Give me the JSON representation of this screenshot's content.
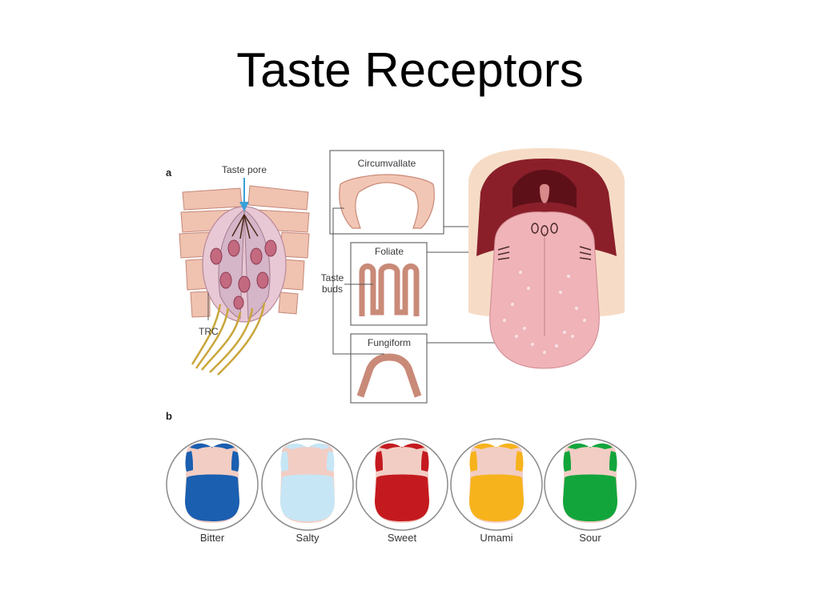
{
  "slide": {
    "title": "Taste Receptors"
  },
  "panel_a": {
    "letter": "a",
    "taste_pore_label": "Taste pore",
    "trc_label": "TRC",
    "taste_buds_label_line1": "Taste",
    "taste_buds_label_line2": "buds",
    "papillae": [
      {
        "name": "Circumvallate"
      },
      {
        "name": "Foliate"
      },
      {
        "name": "Fungiform"
      }
    ]
  },
  "panel_b": {
    "letter": "b",
    "tastes": [
      {
        "label": "Bitter",
        "color": "#1a5fb0"
      },
      {
        "label": "Salty",
        "color": "#c6e6f6"
      },
      {
        "label": "Sweet",
        "color": "#c41a1f"
      },
      {
        "label": "Umami",
        "color": "#f7b31c"
      },
      {
        "label": "Sour",
        "color": "#12a53c"
      }
    ]
  },
  "colors": {
    "tissue": "#f2c6b4",
    "tissue_stroke": "#c98a78",
    "nerve": "#c9a63a",
    "tongue": "#efb3b8",
    "mouth": "#8a1f2a",
    "box_stroke": "#6b6b6b"
  }
}
